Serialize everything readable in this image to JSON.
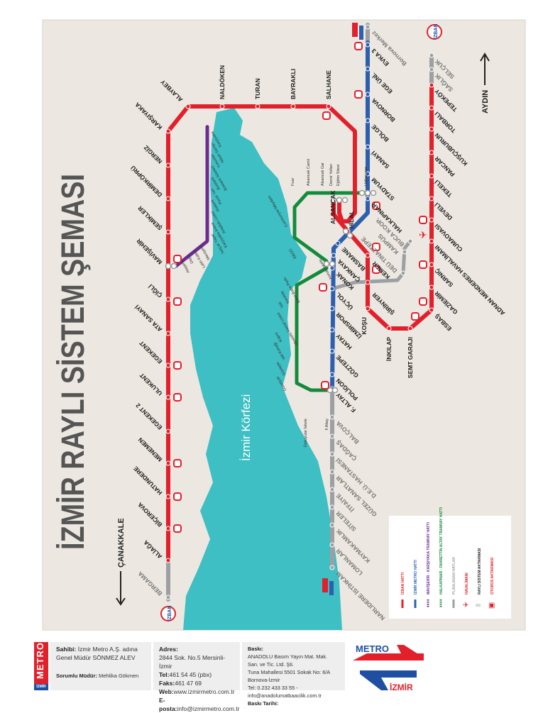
{
  "title": "İZMİR RAYLI SİSTEM ŞEMASI",
  "bay_label": "İzmir Körfezi",
  "directions": {
    "north": "ÇANAKKALE",
    "south": "AYDIN"
  },
  "logos": {
    "izban": "İZBAN",
    "metro_small": "METRO",
    "metro_small_sub": "İZMİR",
    "metro_big_top": "METRO",
    "metro_big_bottom": "İZMİR"
  },
  "colors": {
    "izban": "#e2202b",
    "metro": "#2d5fae",
    "planned": "#9d9fa2",
    "tram_karsiyaka": "#6a2c91",
    "tram_konak": "#138a3c",
    "bay": "#3dbfc4",
    "background": "#ece8e1"
  },
  "izban_north": [
    "KARŞIYAKA",
    "NERGİZ",
    "DEMİRKÖPRÜ",
    "ŞEMİKLER",
    "MAVİŞEHİR",
    "ÇİĞLİ",
    "ATA SANAYİ",
    "EGEKENT",
    "ULUKENT",
    "EGEKENT 2",
    "MENEMEN",
    "HATUNDERE",
    "BİÇEROVA",
    "ALİAĞA"
  ],
  "izban_north_planned": [
    "BERGAMA"
  ],
  "izban_top": [
    "ALAYBEY",
    "NALDÖKEN",
    "TURAN",
    "BAYRAKLI",
    "SALHANE"
  ],
  "izban_center": [
    "ALSANCAK",
    "HİLAL",
    "KEMER",
    "ŞİRİNYER",
    "KOŞU",
    "İNKILAP",
    "SEMT GARAJI"
  ],
  "izban_south": [
    "ESBAŞ",
    "GAZİEMİR",
    "SARNIÇ",
    "ADNAN MENDERES HAVALİMANI",
    "CUMAOVASI",
    "DEVELİ",
    "TEKELİ",
    "PANCAR",
    "KUŞÇUBURUN",
    "TORBALI",
    "TEPEKÖY"
  ],
  "izban_south_planned": [
    "SAĞLIK",
    "SELÇUK"
  ],
  "metro_north_planned": [
    "Bornova Merkez"
  ],
  "metro_north": [
    "EVKA 3",
    "EGE ÜNİ.",
    "BORNOVA",
    "BÖLGE",
    "SANAYİ",
    "STADYUM",
    "HALKAPINAR"
  ],
  "metro_center": [
    "BASMANE",
    "ÇANKAYA",
    "KONAK",
    "ÜÇYOL",
    "İZMİRSPOR",
    "HATAY",
    "GÖZTEPE",
    "POLİGON",
    "F. ALTAY"
  ],
  "metro_south_planned": [
    "BALÇOVA",
    "ÇAĞDAŞ",
    "D.E.Ü. HASTANESİ",
    "GÜZEL SANATLAR",
    "İTFAİYE",
    "SİTELER",
    "KAYMAKAMLIK",
    "LOMANLAR",
    "NARLIDERE İSTİHKAM"
  ],
  "buca_planned": [
    "BUCA KOOP.",
    "KAMPÜS",
    "DEÜ TINAZTEPE"
  ],
  "tram_karsiyaka": [
    "Karşıyaka",
    "Nikah Sarayı",
    "Yunuslar",
    "Bostanlı İskelesi",
    "Bostanlı",
    "Pazar Yeri",
    "Atakent",
    "Anadolu Lisesi",
    "Karşıyaka Arena",
    "Selçuk Yaşar",
    "Mavişehir",
    "Latin Kalesi",
    "Depo",
    "Ataşehir"
  ],
  "tram_konak": [
    "Fuar",
    "Alsancak Camii",
    "Alsancak Gar",
    "Demir Yolları",
    "Eğitim Sitesi",
    "Halkapınar",
    "Cumhuriyet Meydanı",
    "EBSO",
    "Konak İskele",
    "Bahri Baba Parkı",
    "Karataş",
    "Vali",
    "Mustafa Kemal Lisesi",
    "Köprü",
    "Vali Konağı",
    "Göztepe",
    "Güzelyalı",
    "Üçkuyular İskele",
    "F.Altay"
  ],
  "legend": [
    "İZBAN HATTI",
    "İZMİR METRO HATTI",
    "MAVİŞEHİR - KARŞIYAKA TRAMVAY HATTI",
    "HALKAPINAR - FAHRETTİN ALTAY TRAMVAY HATTI",
    "PLANLANAN HATLAR",
    "HAVALİMANI",
    "RAYLI SİSTEM AKTARMASI",
    "OTOBÜS AKTARMASI"
  ],
  "footer": {
    "owner_label": "Sahibi:",
    "owner": "İzmir Metro A.Ş. adına",
    "gm": "Genel Müdür SÖNMEZ ALEV",
    "resp_label": "Sorumlu Müdür:",
    "resp": "Mehlika Gökmen",
    "addr_label": "Adres:",
    "addr": "2844 Sok. No.5 Mersinli-İzmir",
    "tel_label": "Tel:",
    "tel": "461 54 45 (pbx)",
    "fax_label": "Faks:",
    "fax": "461 47 69",
    "web_label": "Web:",
    "web": "www.izmirmetro.com.tr",
    "mail_label": "E-posta:",
    "mail": "info@izmirmetro.com.tr",
    "print_label": "Baskı:",
    "printer": "ANADOLU Basım Yayın Mat. Mak. San. ve Tic. Ltd. Şti.",
    "printer_addr": "Tuna Mahallesi 5501 Sokak No: 6/A Bornova-İzmir",
    "printer_contact": "Tel: 0.232 433 33 55 - info@anadolumatbaacilik.com.tr",
    "print_date_label": "Baskı Tarihi:"
  }
}
